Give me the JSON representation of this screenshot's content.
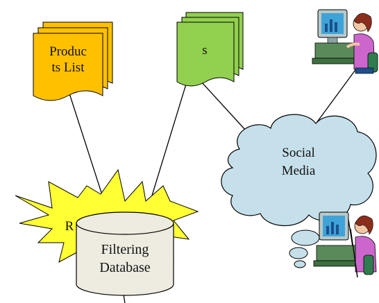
{
  "diagram": {
    "products_list": {
      "line1": "Produc",
      "line2": "ts List"
    },
    "green_docs": {
      "label": "s"
    },
    "explosion": {
      "label": "R"
    },
    "database": {
      "line1": "Filtering",
      "line2": "Database"
    },
    "social_cloud": {
      "line1": "Social",
      "line2": "Media"
    },
    "users": [
      {
        "icon": "user-at-computer-icon"
      },
      {
        "icon": "user-at-computer-icon"
      }
    ],
    "colors": {
      "products_fill": "#ffc000",
      "green_fill": "#92d050",
      "explosion_fill": "#ffff33",
      "database_fill": "#eeece1",
      "cloud_fill": "#c5e0ea"
    }
  }
}
